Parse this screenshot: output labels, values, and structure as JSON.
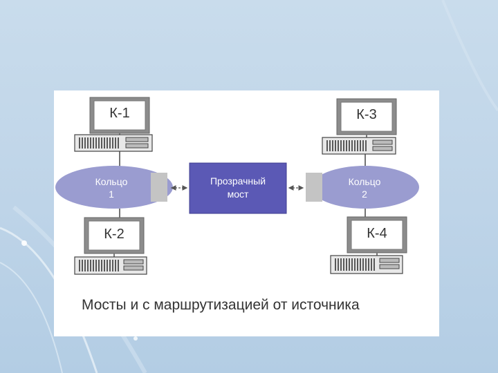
{
  "computers": {
    "k1": "К-1",
    "k2": "К-2",
    "k3": "К-3",
    "k4": "К-4"
  },
  "rings": {
    "ring1": {
      "line1": "Кольцо",
      "line2": "1"
    },
    "ring2": {
      "line1": "Кольцо",
      "line2": "2"
    }
  },
  "bridge": {
    "line1": "Прозрачный",
    "line2": "мост"
  },
  "caption": "Мосты и с маршрутизацией от источника",
  "colors": {
    "ring_fill": "#9a9cd0",
    "bridge_fill": "#5b59b5",
    "port_fill": "#c4c4c4",
    "monitor_frame": "#888888",
    "background": "#c3d8ea"
  }
}
